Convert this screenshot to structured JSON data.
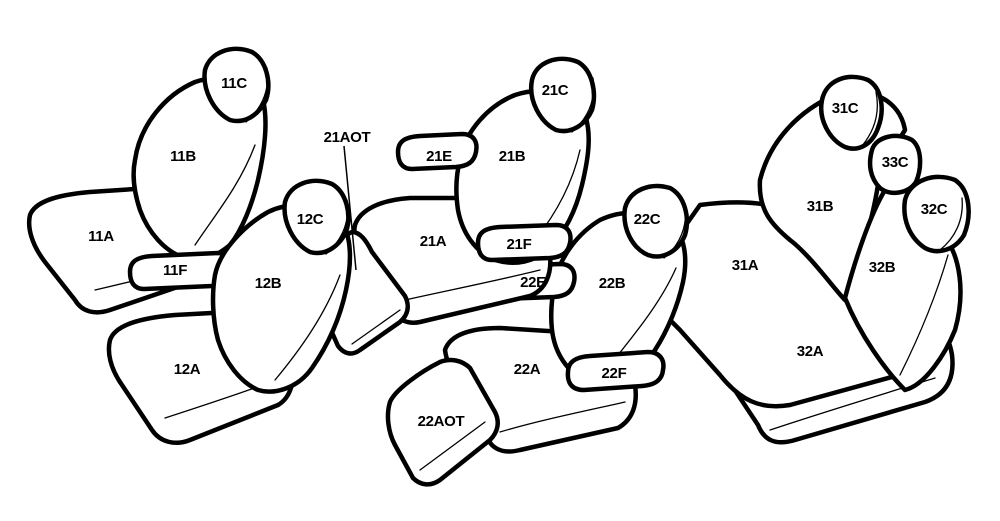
{
  "parts": {
    "p11A": "11A",
    "p11B": "11B",
    "p11C": "11C",
    "p11F": "11F",
    "p12A": "12A",
    "p12B": "12B",
    "p12C": "12C",
    "p21A": "21A",
    "p21B": "21B",
    "p21C": "21C",
    "p21E": "21E",
    "p21F": "21F",
    "p21AOT": "21AOT",
    "p22A": "22A",
    "p22B": "22B",
    "p22C": "22C",
    "p22E": "22E",
    "p22F": "22F",
    "p22AOT": "22AOT",
    "p31A": "31A",
    "p31B": "31B",
    "p31C": "31C",
    "p32A": "32A",
    "p32B": "32B",
    "p32C": "32C",
    "p33C": "33C"
  },
  "colors": {
    "line": "#000000",
    "fill": "#ffffff"
  }
}
